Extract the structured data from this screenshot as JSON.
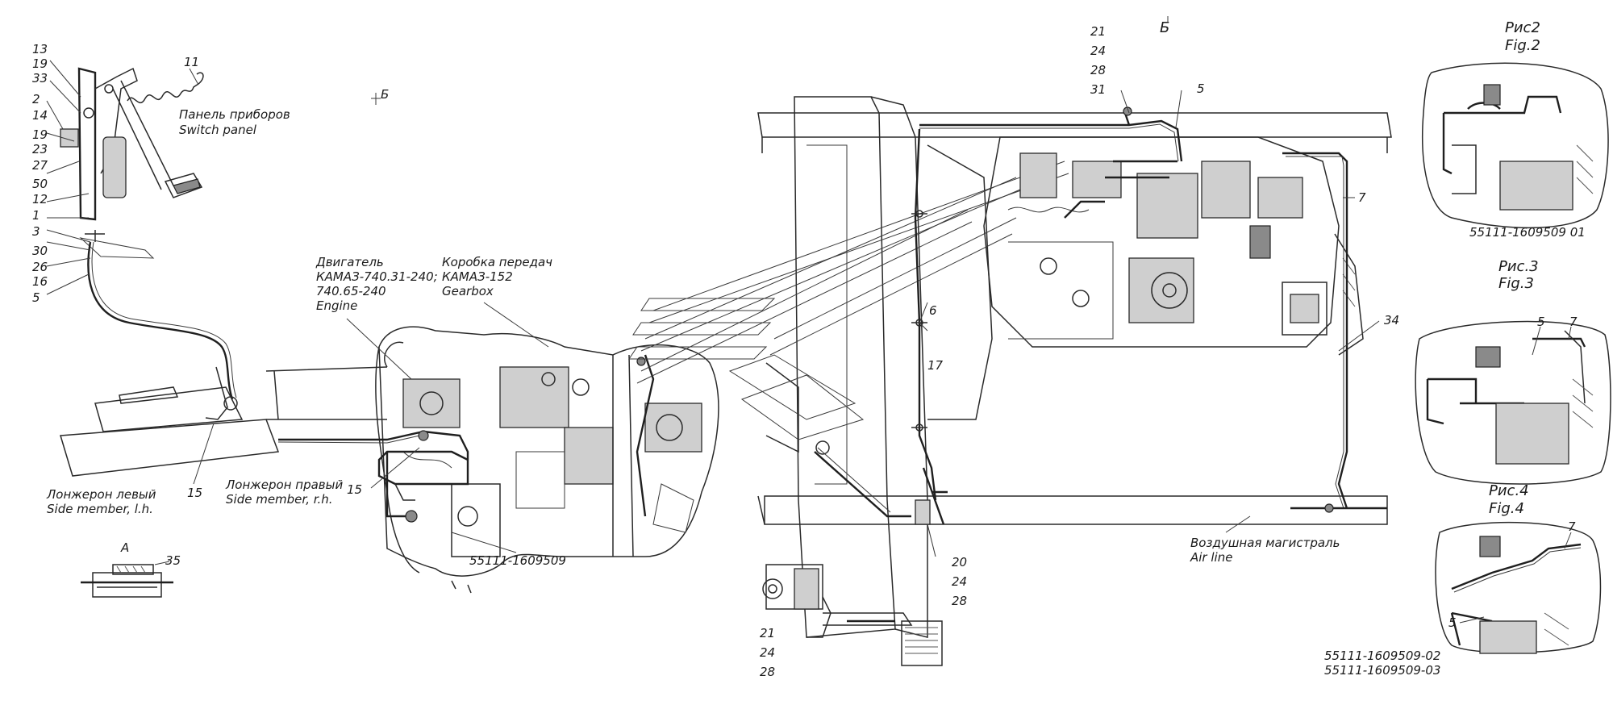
{
  "markers": {
    "view_b_top": "Б",
    "view_b_left": "Б"
  },
  "pedal_labels": [
    "13",
    "19",
    "33",
    "2",
    "14",
    "19",
    "23",
    "27",
    "50",
    "12",
    "1",
    "3",
    "30",
    "26",
    "16",
    "5"
  ],
  "spring_label": "11",
  "switch_panel": {
    "ru": "Панель приборов",
    "en": "Switch panel"
  },
  "side_member_lh": {
    "ru": "Лонжерон левый",
    "en": "Side member, l.h."
  },
  "side_member_rh": {
    "ru": "Лонжерон правый",
    "en": "Side member, r.h."
  },
  "engine": {
    "ru": "Двигатель",
    "model1": "КАМАЗ-740.31-240;",
    "model2": "740.65-240",
    "en": "Engine"
  },
  "gearbox": {
    "ru": "Коробка передач",
    "model": "КАМАЗ-152",
    "en": "Gearbox"
  },
  "left_callouts": {
    "c15a": "15",
    "c15b": "15"
  },
  "left_part_number": "55111-1609509",
  "detail_a": {
    "label": "А",
    "callout": "35"
  },
  "center_stack_top": [
    "21",
    "24",
    "28",
    "31"
  ],
  "center_callouts": {
    "c5": "5",
    "c7": "7",
    "c6": "6",
    "c17": "17",
    "c34": "34"
  },
  "stack_bottom_right": [
    "20",
    "24",
    "28"
  ],
  "stack_bottom_left": [
    "21",
    "24",
    "28"
  ],
  "air_line": {
    "ru": "Воздушная магистраль",
    "en": "Air line"
  },
  "fig2": {
    "ru": "Рис2",
    "en": "Fig.2",
    "part": "55111-1609509 01"
  },
  "fig3": {
    "ru": "Рис.3",
    "en": "Fig.3",
    "c5": "5",
    "c7": "7"
  },
  "fig4": {
    "ru": "Рис.4",
    "en": "Fig.4",
    "c7": "7",
    "c5": "5",
    "part1": "55111-1609509-02",
    "part2": "55111-1609509-03"
  }
}
